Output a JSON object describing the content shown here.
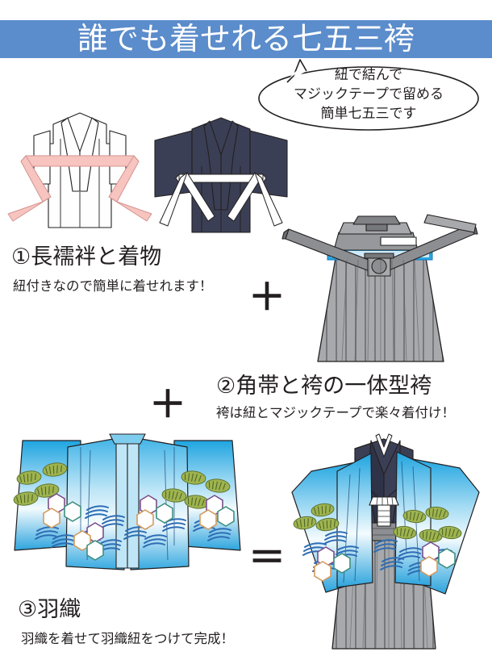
{
  "header": {
    "title": "誰でも着せれる七五三袴",
    "bg_color": "#5b8ccb",
    "text_color": "#ffffff"
  },
  "speech_bubble": {
    "text": "紐で結んで\nマジックテープで留める\n簡単七五三です",
    "lines": [
      "紐で結んで",
      "マジックテープで留める",
      "簡単七五三です"
    ]
  },
  "sections": [
    {
      "number": "①",
      "title": "①長襦袢と着物",
      "subtitle": "紐付きなので簡単に着せれます！",
      "illustrations": [
        "nagajuban-white-with-pink-ties",
        "kimono-navy-with-white-ties"
      ]
    },
    {
      "number": "②",
      "title": "②角帯と袴の一体型袴",
      "subtitle": "袴は紐とマジックテープで楽々着付け！",
      "illustrations": [
        "hakama-gray-striped-with-obi"
      ]
    },
    {
      "number": "③",
      "title": "③羽織",
      "subtitle": "羽織を着せて羽織紐をつけて完成！",
      "illustrations": [
        "haori-blue-gradient-pine-wave-hexagon"
      ]
    }
  ],
  "operators": {
    "plus_1": "＋",
    "plus_2": "＋",
    "equals": "＝"
  },
  "result": {
    "illustration": "complete-outfit-haori-kimono-hakama"
  },
  "colors": {
    "banner_blue": "#5b8ccb",
    "kimono_navy": "#3b3f55",
    "nagajuban_white": "#fefefe",
    "tie_pink": "#f7c4c0",
    "hakama_gray": "#a7a9ac",
    "hakama_stripe": "#808285",
    "haori_blue_top": "#29a8e0",
    "haori_blue_bottom": "#ffffff",
    "pine_green": "#8fa842",
    "wave_blue": "#2e6db4",
    "outline": "#231f20"
  }
}
